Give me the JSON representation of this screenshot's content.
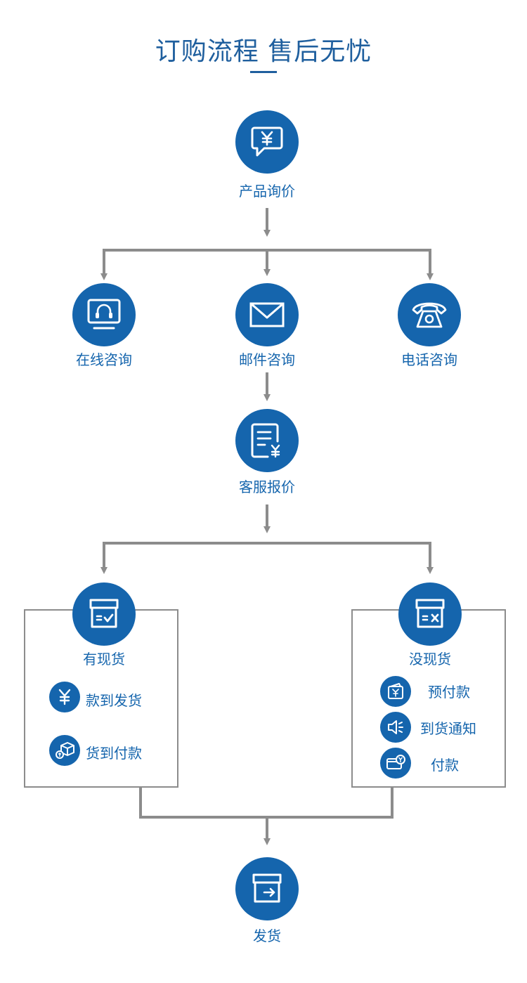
{
  "title": {
    "main": "订购流程",
    "sub": "售后无忧"
  },
  "nodes": {
    "inquiry": "产品询价",
    "online": "在线咨询",
    "email": "邮件咨询",
    "phone": "电话咨询",
    "quote": "客服报价",
    "in_stock": "有现货",
    "out_stock": "没现货",
    "ship": "发货"
  },
  "in_stock_options": [
    "款到发货",
    "货到付款"
  ],
  "out_stock_options": [
    "预付款",
    "到货通知",
    "付款"
  ],
  "icons": {
    "inquiry": "chat-yen-icon",
    "online": "headset-monitor-icon",
    "email": "envelope-icon",
    "phone": "telephone-icon",
    "quote": "document-yen-icon",
    "in_stock": "box-check-icon",
    "out_stock": "box-x-icon",
    "ship": "box-arrow-icon"
  },
  "colors": {
    "primary": "#1565ad",
    "connector": "#8c8c8c",
    "title": "#1f5f9e"
  }
}
